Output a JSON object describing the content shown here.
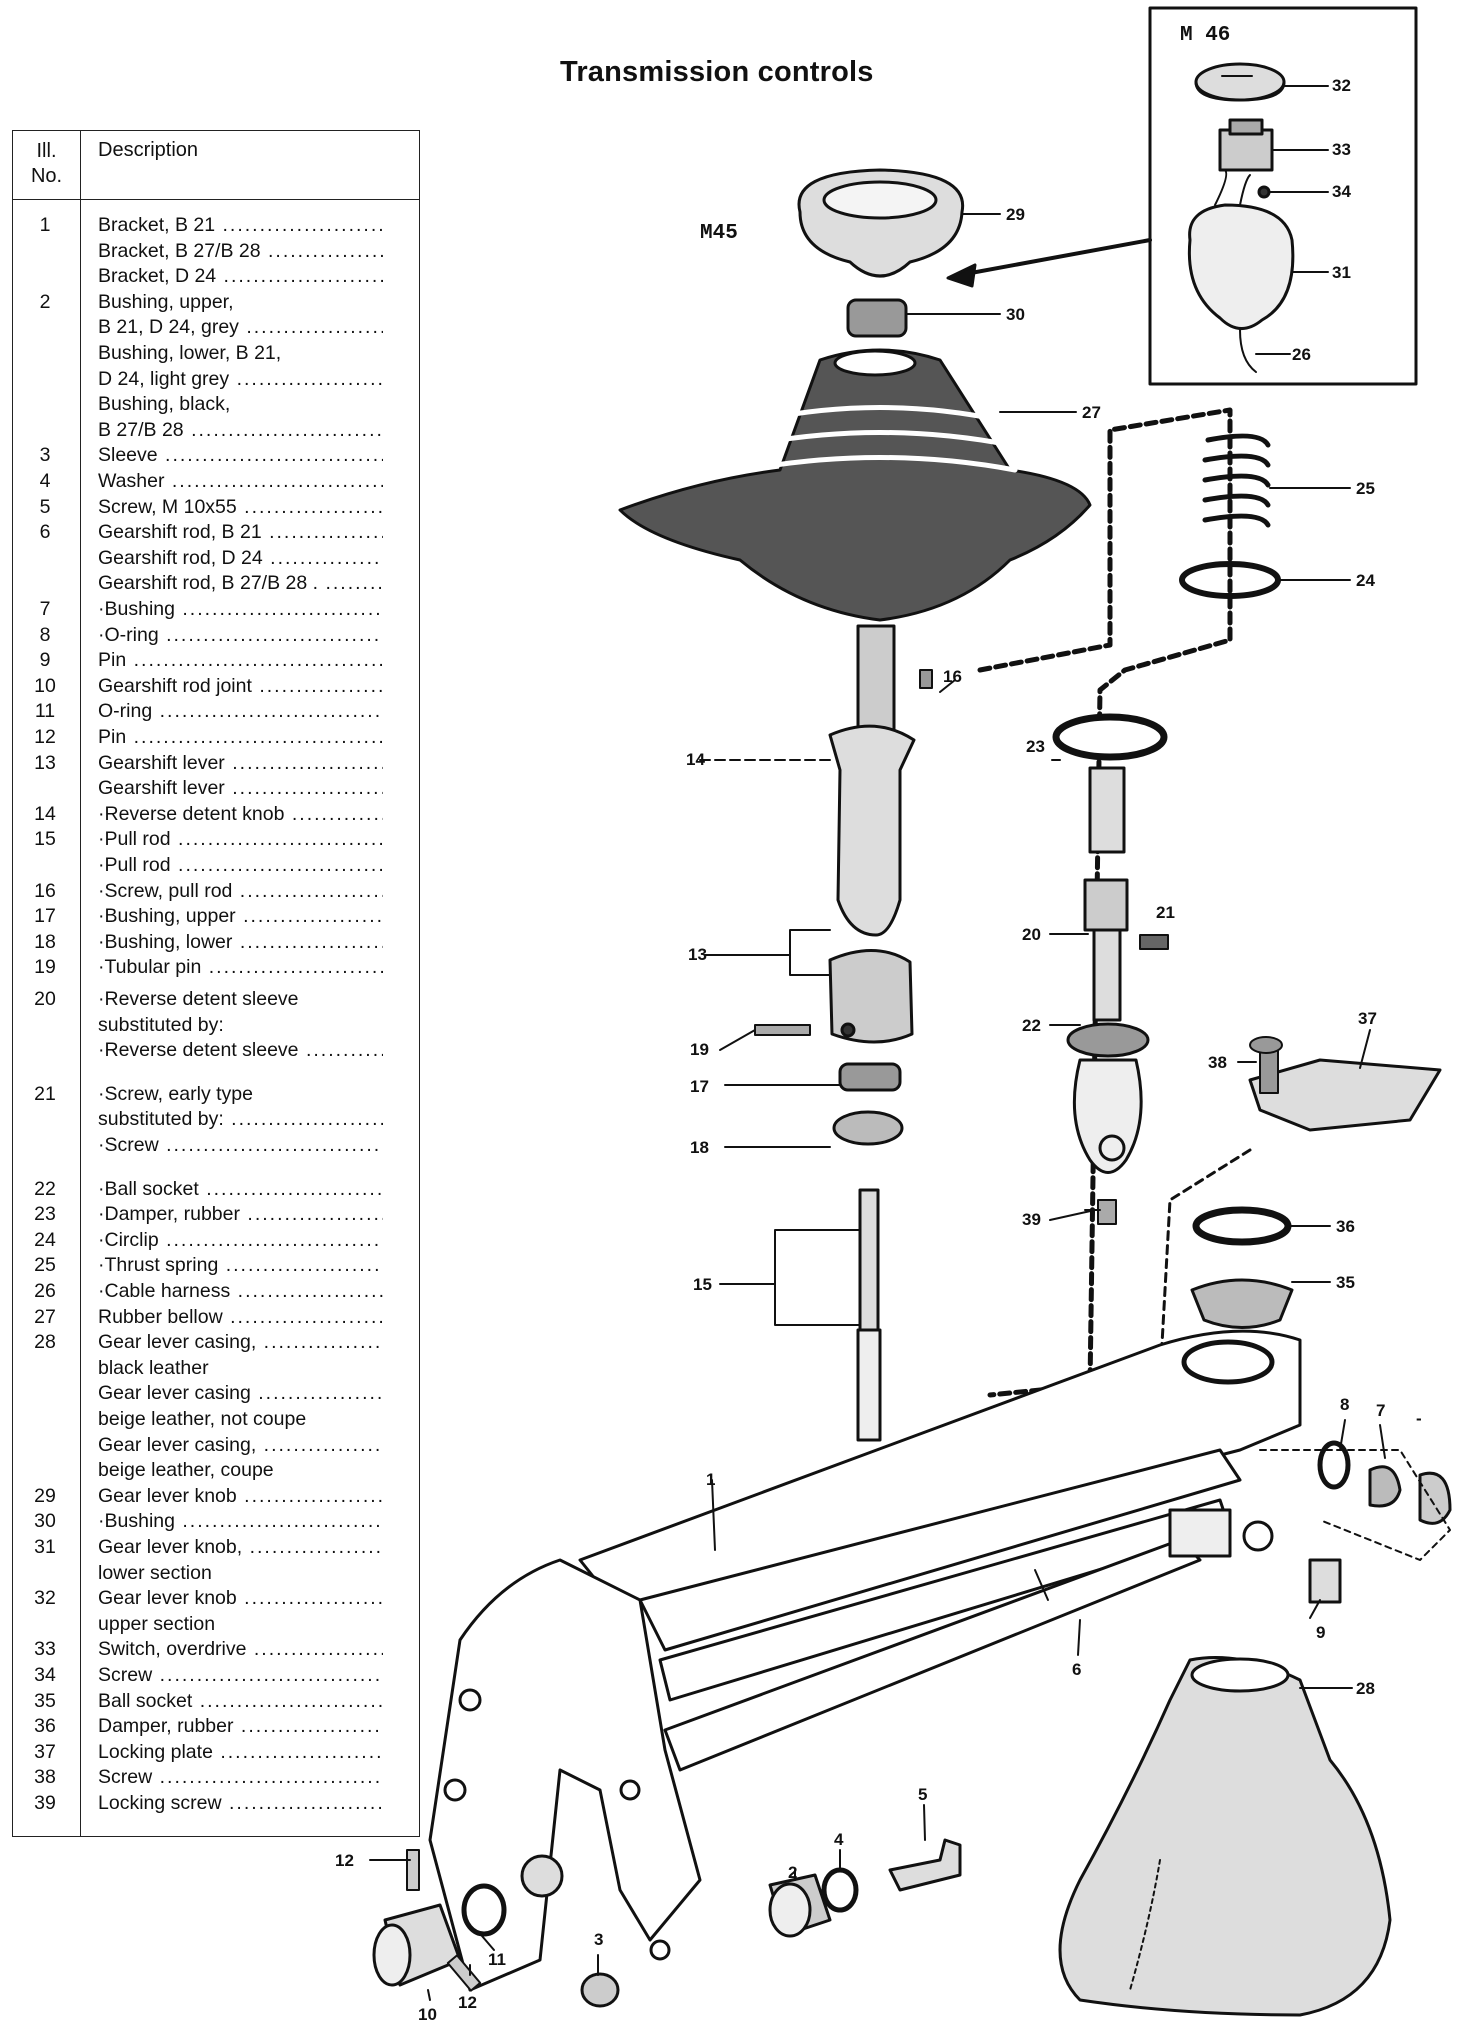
{
  "title": "Transmission controls",
  "table": {
    "header_no": "Ill. No.",
    "header_no_l1": "Ill.",
    "header_no_l2": "No.",
    "header_desc": "Description",
    "rows": [
      {
        "no": "1",
        "desc": "Bracket, B 21"
      },
      {
        "no": "",
        "desc": "Bracket, B 27/B 28"
      },
      {
        "no": "",
        "desc": "Bracket, D 24"
      },
      {
        "no": "2",
        "desc": "Bushing, upper,",
        "nodots": true
      },
      {
        "no": "",
        "desc": "B 21, D 24, grey"
      },
      {
        "no": "",
        "desc": "Bushing, lower, B 21,",
        "nodots": true
      },
      {
        "no": "",
        "desc": "D 24, light grey"
      },
      {
        "no": "",
        "desc": "Bushing, black,",
        "nodots": true
      },
      {
        "no": "",
        "desc": "B 27/B 28"
      },
      {
        "no": "3",
        "desc": "Sleeve"
      },
      {
        "no": "4",
        "desc": "Washer"
      },
      {
        "no": "5",
        "desc": "Screw, M 10x55"
      },
      {
        "no": "6",
        "desc": "Gearshift rod, B 21"
      },
      {
        "no": "",
        "desc": "Gearshift rod, D 24"
      },
      {
        "no": "",
        "desc": "Gearshift rod, B 27/B 28 ."
      },
      {
        "no": "7",
        "desc": "·Bushing"
      },
      {
        "no": "8",
        "desc": "·O-ring"
      },
      {
        "no": "9",
        "desc": "Pin"
      },
      {
        "no": "10",
        "desc": "Gearshift rod joint"
      },
      {
        "no": "11",
        "desc": "O-ring"
      },
      {
        "no": "12",
        "desc": "Pin"
      },
      {
        "no": "13",
        "desc": "Gearshift lever"
      },
      {
        "no": "",
        "desc": "Gearshift lever"
      },
      {
        "no": "14",
        "desc": "·Reverse detent knob"
      },
      {
        "no": "15",
        "desc": "·Pull rod"
      },
      {
        "no": "",
        "desc": "·Pull rod"
      },
      {
        "no": "16",
        "desc": "·Screw, pull rod"
      },
      {
        "no": "17",
        "desc": "·Bushing, upper"
      },
      {
        "no": "18",
        "desc": "·Bushing, lower"
      },
      {
        "no": "19",
        "desc": "·Tubular pin"
      },
      {
        "no": "20",
        "desc": "·Reverse detent sleeve",
        "nodots": true,
        "gap": true
      },
      {
        "no": "",
        "desc": "  substituted by:",
        "nodots": true
      },
      {
        "no": "",
        "desc": "·Reverse detent sleeve"
      },
      {
        "no": "21",
        "desc": "·Screw, early type",
        "nodots": true,
        "gap2": true
      },
      {
        "no": "",
        "desc": "  substituted by:"
      },
      {
        "no": "",
        "desc": "·Screw"
      },
      {
        "no": "22",
        "desc": "·Ball socket",
        "gap2": true
      },
      {
        "no": "23",
        "desc": "·Damper, rubber"
      },
      {
        "no": "24",
        "desc": "·Circlip"
      },
      {
        "no": "25",
        "desc": "·Thrust spring"
      },
      {
        "no": "26",
        "desc": "·Cable harness"
      },
      {
        "no": "27",
        "desc": "Rubber bellow"
      },
      {
        "no": "28",
        "desc": "Gear lever casing,"
      },
      {
        "no": "",
        "desc": "black leather",
        "nodots": true
      },
      {
        "no": "",
        "desc": "Gear lever casing"
      },
      {
        "no": "",
        "desc": "beige leather, not coupe",
        "nodots": true
      },
      {
        "no": "",
        "desc": "Gear lever casing,"
      },
      {
        "no": "",
        "desc": "beige leather, coupe",
        "nodots": true
      },
      {
        "no": "29",
        "desc": "Gear lever knob"
      },
      {
        "no": "30",
        "desc": "·Bushing"
      },
      {
        "no": "31",
        "desc": "Gear lever knob,"
      },
      {
        "no": "",
        "desc": "lower section",
        "nodots": true
      },
      {
        "no": "32",
        "desc": "Gear lever knob"
      },
      {
        "no": "",
        "desc": "upper section",
        "nodots": true
      },
      {
        "no": "33",
        "desc": "Switch, overdrive"
      },
      {
        "no": "34",
        "desc": "Screw"
      },
      {
        "no": "35",
        "desc": "Ball socket"
      },
      {
        "no": "36",
        "desc": "Damper, rubber"
      },
      {
        "no": "37",
        "desc": "Locking plate"
      },
      {
        "no": "38",
        "desc": "Screw"
      },
      {
        "no": "39",
        "desc": "Locking screw"
      }
    ]
  },
  "diagram": {
    "model_m45": "M45",
    "model_m46": "M 46",
    "callouts": [
      "1",
      "2",
      "3",
      "4",
      "5",
      "6",
      "7",
      "8",
      "9",
      "10",
      "11",
      "12",
      "12",
      "13",
      "14",
      "15",
      "16",
      "17",
      "18",
      "19",
      "20",
      "21",
      "22",
      "23",
      "24",
      "25",
      "26",
      "27",
      "28",
      "29",
      "30",
      "31",
      "32",
      "33",
      "34",
      "35",
      "36",
      "37",
      "38",
      "39",
      "-"
    ]
  }
}
